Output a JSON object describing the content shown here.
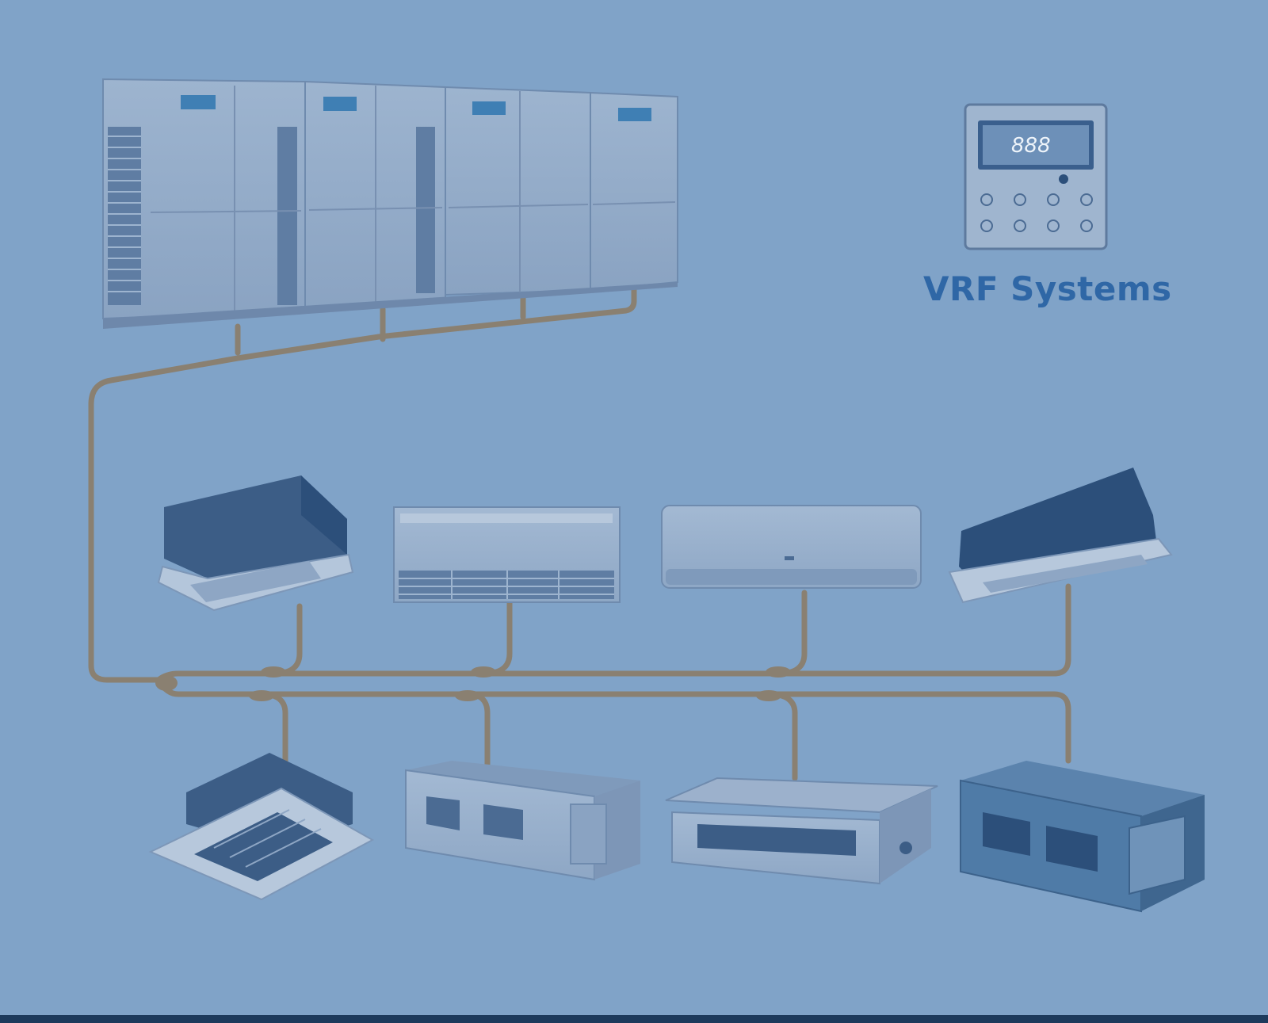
{
  "title": "VRF Systems",
  "controller": {
    "lcd_digits": "888",
    "button_count": 8
  },
  "units": {
    "outdoor_modules": 4,
    "indoor_top_row": [
      "cassette-unit",
      "floor-ceiling-unit",
      "wall-mounted-unit",
      "one-way-cassette-unit"
    ],
    "indoor_bottom_row": [
      "four-way-cassette-unit",
      "ducted-unit",
      "slim-duct-unit",
      "high-static-duct-unit"
    ]
  },
  "colors": {
    "background": "#80a3c8",
    "title": "#2f67a6",
    "pipe": "#8a8071",
    "unit_body": "#8fa8c5",
    "unit_dark": "#2c4f7a",
    "bottom_bar": "#1d3a5c"
  }
}
